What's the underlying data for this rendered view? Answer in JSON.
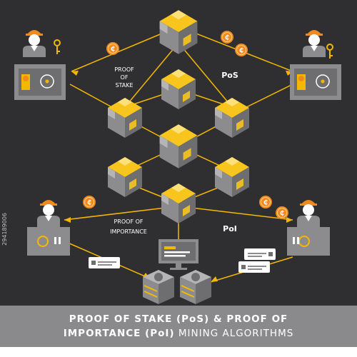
{
  "labels": {
    "pos_short": "PoS",
    "poi_short": "PoI",
    "pos_long_line1": "PROOF",
    "pos_long_line2": "OF",
    "pos_long_line3": "STAKE",
    "poi_long_line1": "PROOF OF",
    "poi_long_line2": "IMPORTANCE"
  },
  "banner": {
    "line1": "PROOF OF STAKE (PoS) & PROOF OF",
    "line2_bold": "IMPORTANCE (PoI)",
    "line2_rest": " MINING ALGORITHMS"
  },
  "watermark": "294189006",
  "icons": {
    "coin": "coin-icon",
    "key": "key-icon",
    "safe": "safe-icon",
    "laptop": "laptop-icon",
    "server": "server-icon",
    "monitor": "monitor-icon",
    "chat": "chat-bubble-icon"
  },
  "colors": {
    "background": "#2f2f31",
    "accent": "#f5b800",
    "cube_top": "#f7c51e",
    "cube_left": "#8c8c8e",
    "cube_right": "#6e6e70",
    "banner": "#8a8a8c",
    "coin": "#f08a1e"
  }
}
